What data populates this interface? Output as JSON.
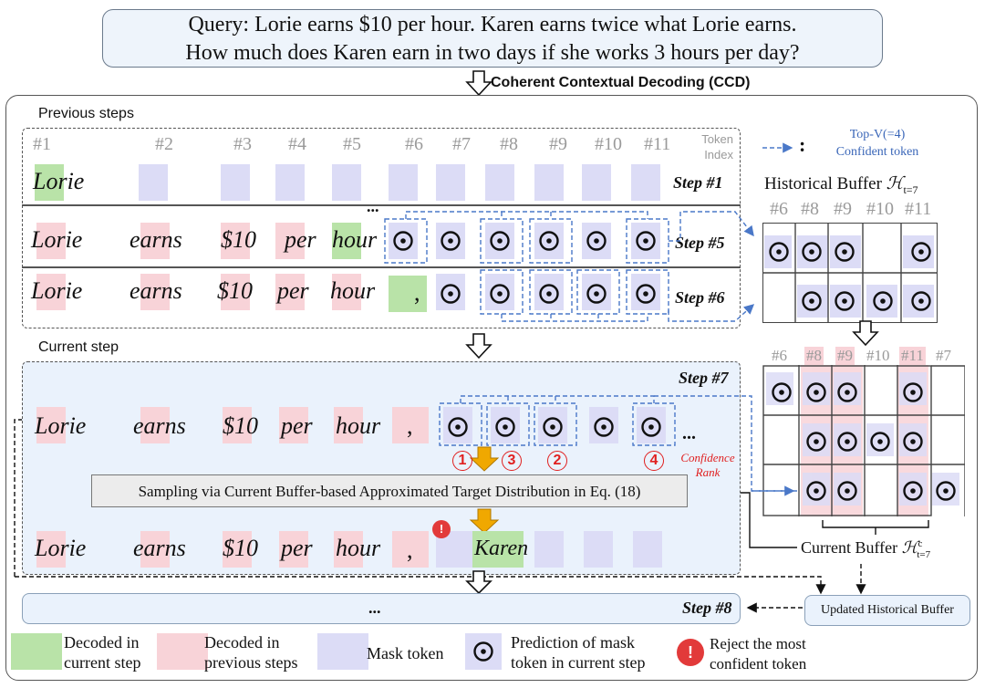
{
  "query": {
    "line1": "Query: Lorie earns $10 per hour. Karen earns twice what Lorie earns.",
    "line2": "How much does Karen earn in two days if she works 3 hours per day?"
  },
  "ccd_label": "Coherent Contextual Decoding (CCD)",
  "previous": {
    "label": "Previous steps",
    "token_index_label": "Token Index",
    "indices": [
      "#1",
      "#2",
      "#3",
      "#4",
      "#5",
      "#6",
      "#7",
      "#8",
      "#9",
      "#10",
      "#11"
    ],
    "step1": "Step #1",
    "step5": "Step #5",
    "step6": "Step #6",
    "words": [
      "Lorie",
      "earns",
      "$10",
      "per",
      "hour"
    ],
    "comma": ",",
    "ellipsis": "..."
  },
  "topv_legend": {
    "line1": "Top-V(=4)",
    "line2": "Confident token",
    "colon": ":"
  },
  "historical_buffer": {
    "title": "Historical Buffer",
    "math": "ℋ",
    "sub": "t=7",
    "cols": [
      "#6",
      "#8",
      "#9",
      "#10",
      "#11"
    ]
  },
  "merged_cols": [
    "#6",
    "#8",
    "#9",
    "#10",
    "#11",
    "#7"
  ],
  "current": {
    "label": "Current step",
    "step": "Step #7",
    "words": [
      "Lorie",
      "earns",
      "$10",
      "per",
      "hour"
    ],
    "comma": ",",
    "ellipsis": "...",
    "ranks": [
      "1",
      "3",
      "2",
      "4"
    ],
    "confidence_rank": "Confidence Rank",
    "sampling": "Sampling via Current Buffer-based Approximated Target Distribution in Eq. (18)",
    "karen": "Karen",
    "reject_mark": "!"
  },
  "current_buffer": {
    "title": "Current Buffer",
    "math": "ℋ",
    "sup": "c",
    "sub": "t=7"
  },
  "next": {
    "ellipsis": "...",
    "step": "Step #8",
    "updated": "Updated Historical Buffer"
  },
  "legend": {
    "decoded_current": [
      "Decoded in",
      "current step"
    ],
    "decoded_previous": [
      "Decoded in",
      "previous  steps"
    ],
    "mask": "Mask token",
    "prediction": [
      "Prediction  of  mask",
      "token in current step"
    ],
    "reject": [
      "Reject the most",
      "confident token"
    ],
    "reject_mark": "!"
  },
  "colors": {
    "decoded_current": "#b9e3a8",
    "decoded_previous": "#f8d3d8",
    "mask": "#dcdcf6",
    "confident_dash": "#4a78c8",
    "reject": "#e02020",
    "arrow_orange": "#f0a800"
  }
}
